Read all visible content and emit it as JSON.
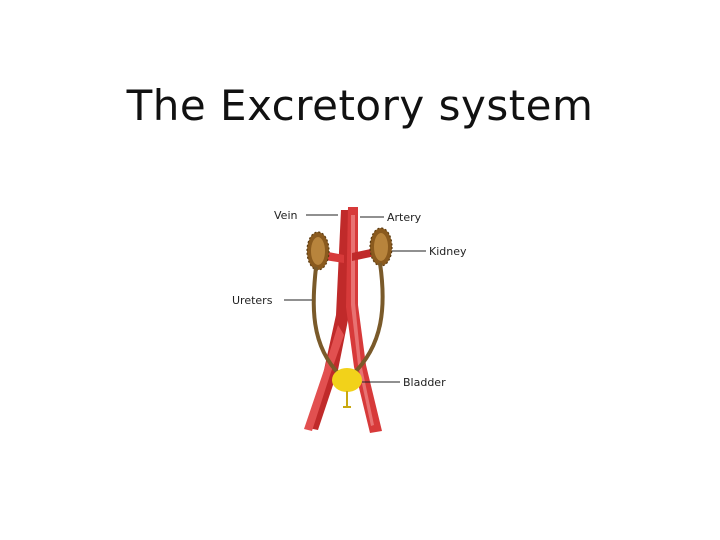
{
  "slide": {
    "title": "The Excretory system"
  },
  "diagram": {
    "labels": {
      "vein": "Vein",
      "artery": "Artery",
      "kidney": "Kidney",
      "ureters": "Ureters",
      "bladder": "Bladder"
    },
    "colors": {
      "artery": "#d73a3a",
      "artery_light": "#e86a6a",
      "vein": "#c02a2a",
      "kidney": "#8a5a1e",
      "kidney_light": "#b8843c",
      "ureter": "#7a5a2a",
      "bladder": "#f2d21a"
    }
  }
}
